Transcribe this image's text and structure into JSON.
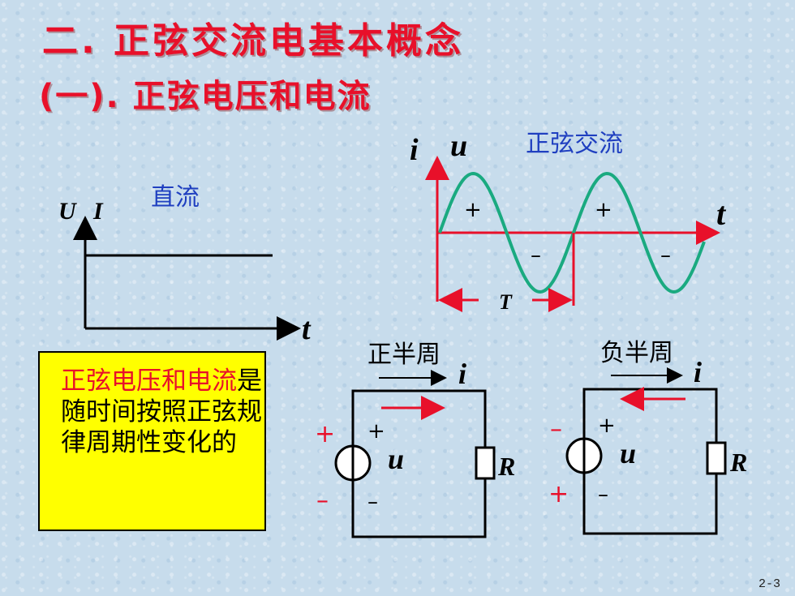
{
  "title": "二. 正弦交流电基本概念",
  "subtitle": "(一). 正弦电压和电流",
  "dc": {
    "label": "直流",
    "axis_y": "U",
    "axis_y2": "I",
    "axis_x": "t"
  },
  "ac": {
    "label": "正弦交流",
    "axis_y": "i",
    "axis_y2": "u",
    "axis_x": "t",
    "plus": "+",
    "minus": "–",
    "period": "T"
  },
  "note": {
    "red_part1": "正弦电压和电",
    "red_part2": "流",
    "black_part": "是随时间按照正弦规律周期性变化的"
  },
  "circuit_pos": {
    "label": "正半周",
    "current": "i",
    "source": "u",
    "resistor": "R",
    "outer_plus": "+",
    "outer_minus": "–",
    "inner_plus": "+",
    "inner_minus": "–"
  },
  "circuit_neg": {
    "label": "负半周",
    "current": "i",
    "source": "u",
    "resistor": "R",
    "outer_top": "–",
    "outer_bottom": "+",
    "inner_plus": "+",
    "inner_minus": "–"
  },
  "colors": {
    "title": "#e8102a",
    "wave": "#1aaa80",
    "axis_red": "#e8102a",
    "label_blue": "#1f3fc0",
    "note_bg": "#ffff00"
  },
  "page_number": "2-3"
}
